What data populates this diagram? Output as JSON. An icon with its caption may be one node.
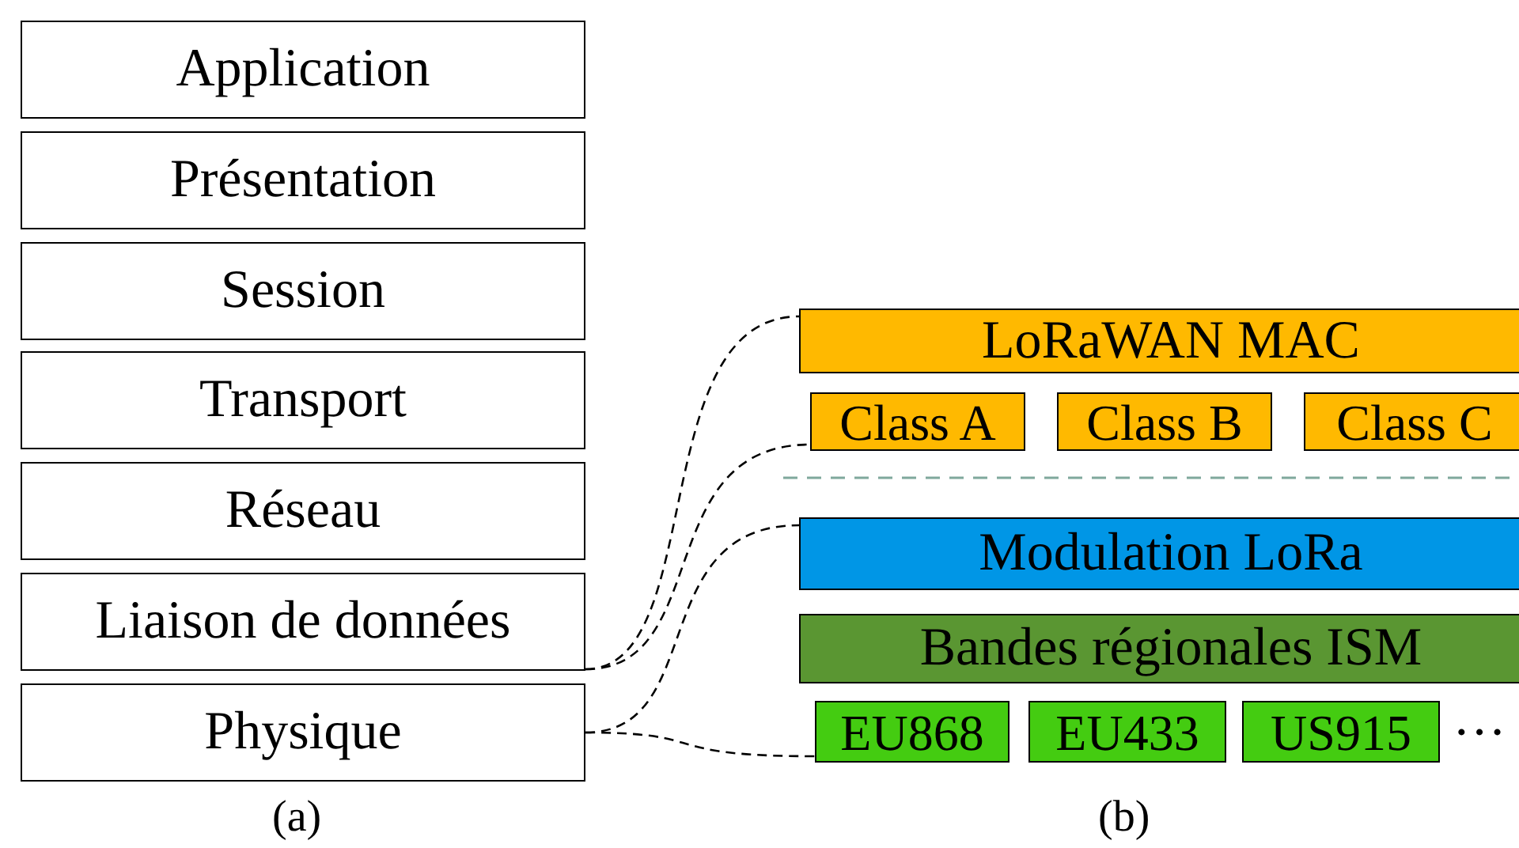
{
  "diagram": {
    "nodes": [
      {
        "text": [
          "Application"
        ]
      },
      {
        "text": [
          "Présentation"
        ]
      },
      {
        "text": [
          "Session"
        ]
      },
      {
        "text": [
          "Transport"
        ]
      },
      {
        "text": [
          "Réseau"
        ]
      },
      {
        "text": [
          "Liaison de données"
        ]
      },
      {
        "text": [
          "Physique"
        ]
      },
      {
        "text": [
          "LoRaWAN MAC"
        ]
      },
      {
        "text": [
          "Class A"
        ]
      },
      {
        "text": [
          "Class B"
        ]
      },
      {
        "text": [
          "Class C"
        ]
      },
      {
        "text": [
          "Modulation LoRa"
        ]
      },
      {
        "text": [
          "Bandes régionales ISM"
        ]
      },
      {
        "text": [
          "EU868"
        ]
      },
      {
        "text": [
          "EU433"
        ]
      },
      {
        "text": [
          "US915"
        ]
      }
    ],
    "edges": [
      {
        "from": 5,
        "to": 7,
        "arrow": "none",
        "style": "dashed"
      },
      {
        "from": 5,
        "to": 8,
        "arrow": "none",
        "style": "dashed"
      },
      {
        "from": 6,
        "to": 11,
        "arrow": "none",
        "style": "dashed"
      },
      {
        "from": 6,
        "to": 13,
        "arrow": "none",
        "style": "dashed"
      }
    ],
    "labels": [
      "···",
      "(a)",
      "(b)"
    ]
  }
}
